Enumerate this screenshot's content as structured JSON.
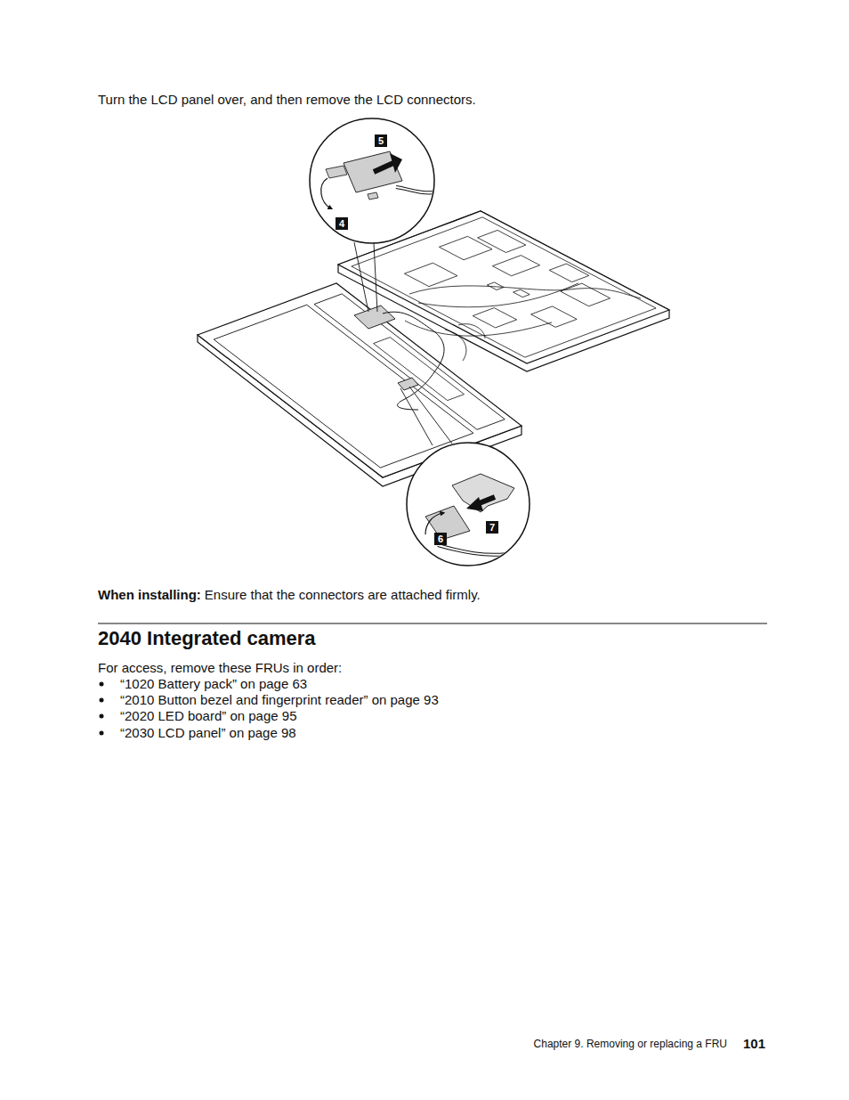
{
  "diagram": {
    "title": "2040 Integrated camera",
    "nodes": [
      {
        "text": [
          "5"
        ]
      },
      {
        "text": [
          "4"
        ]
      },
      {
        "text": [
          "7"
        ]
      },
      {
        "text": [
          "6"
        ]
      }
    ],
    "labels": [
      "Turn the LCD panel over, and then remove the LCD connectors.",
      "When installing:",
      "Ensure that the connectors are attached firmly.",
      "For access, remove these FRUs in order:",
      "“1020 Battery pack” on page 63",
      "“2010 Button bezel and fingerprint reader” on page 93",
      "“2020 LED board” on page 95",
      "“2030 LCD panel” on page 98",
      "Chapter 9. Removing or replacing a FRU",
      "101"
    ]
  }
}
